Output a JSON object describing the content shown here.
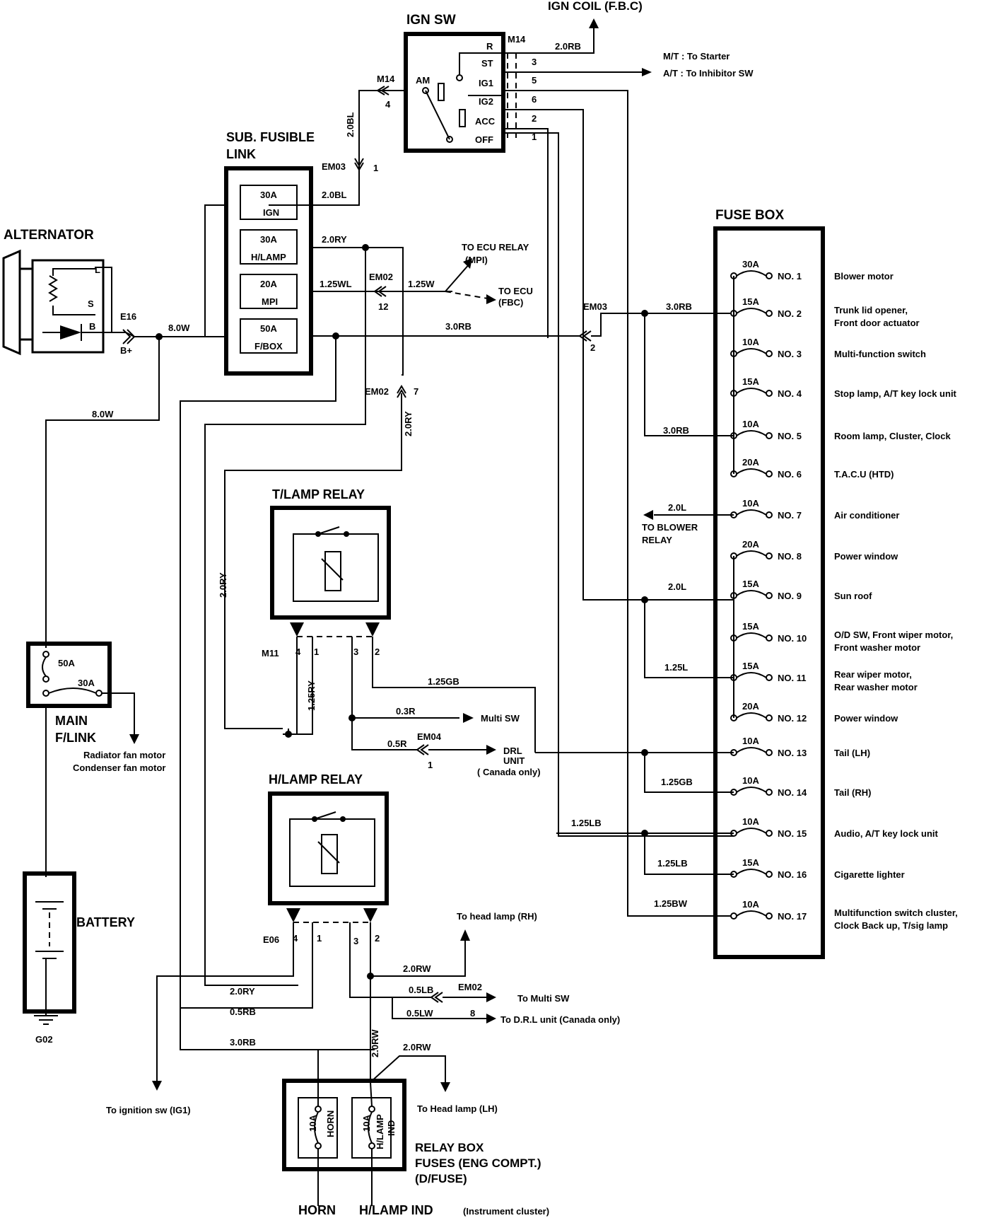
{
  "ign_sw": {
    "title": "IGN SW",
    "terminals": [
      "R",
      "ST",
      "IG1",
      "IG2",
      "ACC",
      "OFF",
      "AM"
    ],
    "connector": "M14",
    "pins": [
      "3",
      "5",
      "6",
      "2",
      "1"
    ],
    "am_connector": "M14",
    "am_pin": "4"
  },
  "ign_coil": {
    "label": "IGN COIL (F.B.C)",
    "wire": "2.0RB"
  },
  "starter": {
    "mt": "M/T : To Starter",
    "at": "A/T : To Inhibitor SW"
  },
  "sub_fusible_link": {
    "title_line1": "SUB. FUSIBLE",
    "title_line2": "LINK",
    "fuses": [
      {
        "amp": "30A",
        "name": "IGN"
      },
      {
        "amp": "30A",
        "name": "H/LAMP"
      },
      {
        "amp": "20A",
        "name": "MPI"
      },
      {
        "amp": "50A",
        "name": "F/BOX"
      }
    ],
    "wires": [
      "2.0BL",
      "2.0BL",
      "2.0RY",
      "1.25WL",
      "3.0RB"
    ],
    "em03": "EM03",
    "em03_pin": "1"
  },
  "alternator": {
    "title": "ALTERNATOR",
    "terms": [
      "L",
      "S",
      "B",
      "B+"
    ],
    "connector": "E16",
    "wire_out": "8.0W",
    "wire_down": "8.0W"
  },
  "ecu": {
    "relay": "TO ECU RELAY",
    "relay_sub": "(MPI)",
    "ecu": "TO ECU",
    "ecu_sub": "(FBC)",
    "connector": "EM02",
    "pin": "12",
    "wire": "1.25W"
  },
  "em02_7": {
    "connector": "EM02",
    "pin": "7",
    "wire": "2.0RY"
  },
  "em03_2": {
    "connector": "EM03",
    "pin": "2"
  },
  "fuse_box": {
    "title": "FUSE BOX",
    "fuses": [
      {
        "amp": "30A",
        "no": "NO. 1",
        "desc": "Blower motor"
      },
      {
        "amp": "15A",
        "no": "NO. 2",
        "desc": "Trunk lid opener,",
        "desc2": "Front door actuator"
      },
      {
        "amp": "10A",
        "no": "NO. 3",
        "desc": "Multi-function switch"
      },
      {
        "amp": "15A",
        "no": "NO. 4",
        "desc": "Stop lamp, A/T key lock unit"
      },
      {
        "amp": "10A",
        "no": "NO. 5",
        "desc": "Room lamp, Cluster, Clock"
      },
      {
        "amp": "20A",
        "no": "NO. 6",
        "desc": "T.A.C.U (HTD)"
      },
      {
        "amp": "10A",
        "no": "NO. 7",
        "desc": "Air conditioner"
      },
      {
        "amp": "20A",
        "no": "NO. 8",
        "desc": "Power window"
      },
      {
        "amp": "15A",
        "no": "NO. 9",
        "desc": "Sun roof"
      },
      {
        "amp": "15A",
        "no": "NO. 10",
        "desc": "O/D SW, Front wiper motor,",
        "desc2": "Front washer motor"
      },
      {
        "amp": "15A",
        "no": "NO. 11",
        "desc": "Rear wiper motor,",
        "desc2": "Rear washer motor"
      },
      {
        "amp": "20A",
        "no": "NO. 12",
        "desc": "Power window"
      },
      {
        "amp": "10A",
        "no": "NO. 13",
        "desc": "Tail (LH)"
      },
      {
        "amp": "10A",
        "no": "NO. 14",
        "desc": "Tail (RH)"
      },
      {
        "amp": "10A",
        "no": "NO. 15",
        "desc": "Audio, A/T key lock unit"
      },
      {
        "amp": "15A",
        "no": "NO. 16",
        "desc": "Cigarette lighter"
      },
      {
        "amp": "10A",
        "no": "NO. 17",
        "desc": "Multifunction switch cluster,",
        "desc2": "Clock Back up, T/sig lamp"
      }
    ],
    "wires": [
      "3.0RB",
      "3.0RB",
      "2.0L",
      "2.0L",
      "1.25L",
      "1.25GB",
      "1.25LB",
      "1.25LB",
      "1.25BW"
    ],
    "blower_relay_line1": "TO BLOWER",
    "blower_relay_line2": "RELAY"
  },
  "tlamp_relay": {
    "title": "T/LAMP RELAY",
    "connector": "M11",
    "pins": [
      "4",
      "1",
      "3",
      "2"
    ],
    "wire_v": "1.25RY",
    "wire_gb": "1.25GB",
    "wire_ry": "2.0RY",
    "multi_sw_wire": "0.3R",
    "multi_sw": "Multi SW",
    "drl_wire": "0.5R",
    "em04": "EM04",
    "em04_pin": "1",
    "drl_line1": "DRL",
    "drl_line2": "UNIT",
    "drl_line3": "( Canada only)"
  },
  "main_flink": {
    "title_line1": "MAIN",
    "title_line2": "F/LINK",
    "fuse1": "50A",
    "fuse2": "30A",
    "load1": "Radiator fan motor",
    "load2": "Condenser fan motor"
  },
  "hlamp_relay": {
    "title": "H/LAMP RELAY",
    "connector": "E06",
    "pins": [
      "4",
      "1",
      "3",
      "2"
    ],
    "head_rh": "To head lamp (RH)",
    "wire_rw": "2.0RW",
    "wire_ry": "2.0RY",
    "wire_lb": "0.5LB",
    "em02": "EM02",
    "to_multi": "To Multi SW",
    "wire_lw": "0.5LW",
    "em02_pin": "8",
    "to_drl": "To D.R.L unit (Canada only)",
    "wire_rb": "0.5RB",
    "wire_3rb": "3.0RB",
    "wire_rw_v": "2.0RW",
    "wire_rw2": "2.0RW",
    "to_ign": "To ignition sw (IG1)",
    "to_head_lh": "To Head lamp (LH)"
  },
  "battery": {
    "title": "BATTERY",
    "ground": "G02"
  },
  "relay_box": {
    "title_line1": "RELAY BOX",
    "title_line2": "FUSES (ENG COMPT.)",
    "title_line3": "(D/FUSE)",
    "fuse1_amp": "10A",
    "fuse1_name": "HORN",
    "fuse2_amp": "10A",
    "fuse2_name": "H/LAMP",
    "fuse2_name2": "IND"
  },
  "bottom": {
    "horn": "HORN",
    "hlamp_ind": "H/LAMP IND",
    "cluster": "(Instrument cluster)"
  }
}
